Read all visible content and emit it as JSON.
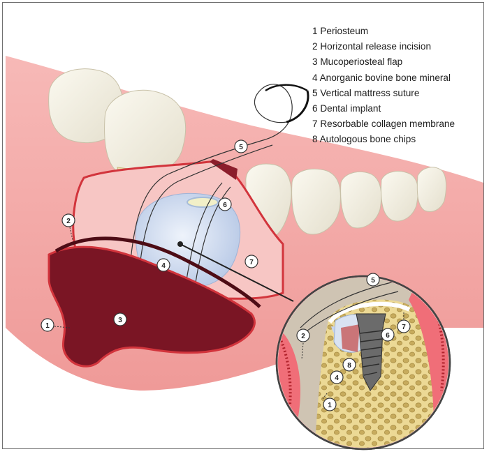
{
  "legend": {
    "items": [
      {
        "num": "1",
        "label": "Periosteum"
      },
      {
        "num": "2",
        "label": "Horizontal release incision"
      },
      {
        "num": "3",
        "label": "Mucoperiosteal flap"
      },
      {
        "num": "4",
        "label": "Anorganic bovine bone mineral"
      },
      {
        "num": "5",
        "label": "Vertical mattress suture"
      },
      {
        "num": "6",
        "label": "Dental implant"
      },
      {
        "num": "7",
        "label": "Resorbable collagen membrane"
      },
      {
        "num": "8",
        "label": "Autologous bone chips"
      }
    ]
  },
  "callouts": {
    "main": [
      "1",
      "2",
      "3",
      "4",
      "5",
      "6",
      "7"
    ],
    "inset": [
      "5",
      "2",
      "6",
      "7",
      "8",
      "4",
      "1"
    ]
  },
  "colors": {
    "gum": "#f2a6a6",
    "gum_dark": "#e27c7c",
    "flap": "#7a1524",
    "tooth": "#f4f0e2",
    "bone": "#e9d79a",
    "membrane": "#c9d8ee"
  }
}
